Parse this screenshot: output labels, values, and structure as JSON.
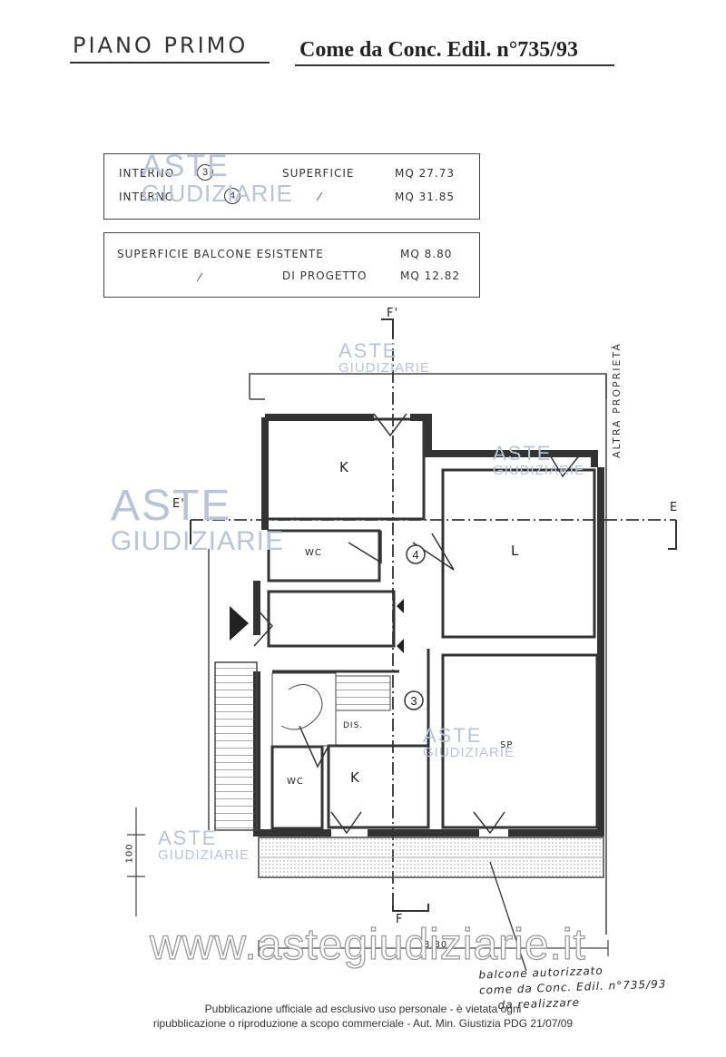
{
  "header": {
    "floor_title": "PIANO PRIMO",
    "permit_ref": "Come da Conc. Edil. n°735/93"
  },
  "area_table": {
    "rows": [
      {
        "label": "INTERNO",
        "unit": "3",
        "field": "SUPERFICIE",
        "value": "MQ 27.73"
      },
      {
        "label": "INTERNO",
        "unit": "4",
        "field": "⁄",
        "value": "MQ 31.85"
      }
    ]
  },
  "balcony_table": {
    "rows": [
      {
        "label": "SUPERFICIE BALCONE ESISTENTE",
        "value": "MQ 8.80"
      },
      {
        "label": "⁄",
        "sub": "DI PROGETTO",
        "value": "MQ 12.82"
      }
    ]
  },
  "plan": {
    "section_marks": {
      "f_top": "F'",
      "f_bottom": "F",
      "e_left": "E'",
      "e_right": "E"
    },
    "boundary_label": "ALTRA PROPRIETÀ",
    "rooms": {
      "k_top": "K",
      "l": "L",
      "wc_top": "WC",
      "wc_bottom": "WC",
      "k_bottom": "K",
      "sp": "SP",
      "dis": "DIS."
    },
    "unit_circles": {
      "unit_4": "4",
      "unit_3": "3"
    },
    "dimensions": {
      "height": "100",
      "width": "8.80"
    },
    "balcony_note": [
      "balcone autorizzato",
      "come da Conc. Edil. n°735/93",
      "da realizzare"
    ]
  },
  "watermarks": {
    "brand_line1": "ASTE",
    "brand_line2": "GIUDIZIARIE",
    "site": "www.astegiudiziarie.it"
  },
  "footer": {
    "line1": "Pubblicazione ufficiale ad esclusivo uso personale - è vietata ogni",
    "line2": "ripubblicazione o riproduzione a scopo commerciale - Aut. Min. Giustizia PDG 21/07/09"
  }
}
